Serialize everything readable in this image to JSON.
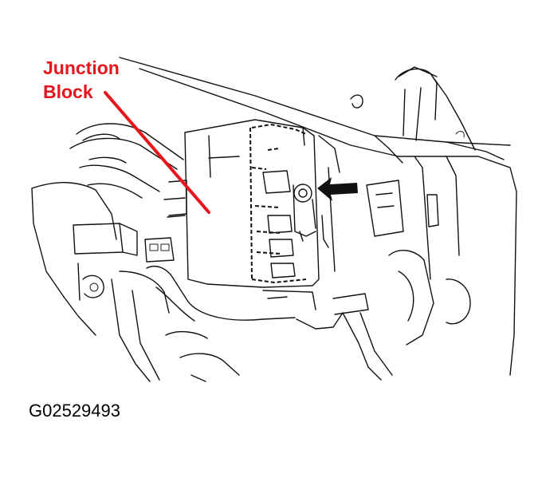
{
  "callout": {
    "line1": "Junction",
    "line2": "Block",
    "color": "#e8141b"
  },
  "figure_id": "G02529493",
  "indicator": {
    "icon": "arrow-left-icon"
  }
}
